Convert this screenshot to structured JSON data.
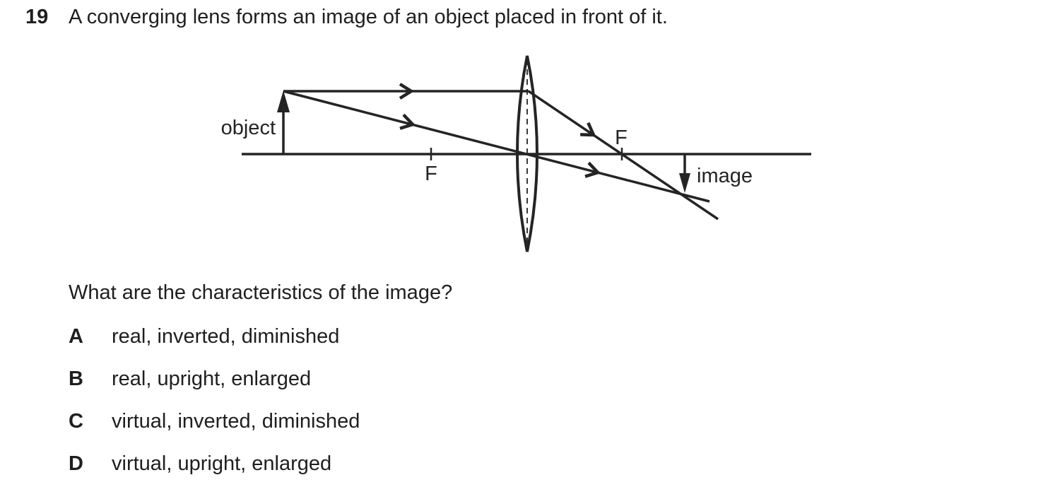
{
  "question": {
    "number": "19",
    "stem": "A converging lens forms an image of an object placed in front of it.",
    "prompt": "What are the characteristics of the image?"
  },
  "diagram": {
    "type": "ray-diagram-converging-lens",
    "labels": {
      "object": "object",
      "focal_left": "F",
      "focal_right": "F",
      "image": "image"
    },
    "ink_color": "#242424"
  },
  "options": [
    {
      "letter": "A",
      "text": "real, inverted, diminished"
    },
    {
      "letter": "B",
      "text": "real, upright, enlarged"
    },
    {
      "letter": "C",
      "text": "virtual, inverted, diminished"
    },
    {
      "letter": "D",
      "text": "virtual, upright, enlarged"
    }
  ]
}
